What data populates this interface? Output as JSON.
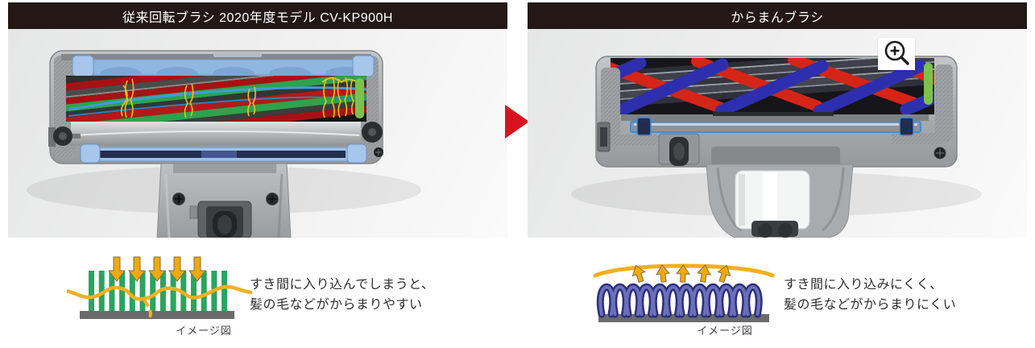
{
  "left_panel": {
    "header": "従来回転ブラシ 2020年度モデル CV-KP900H",
    "caption": {
      "line1": "すき間に入り込んでしまうと、",
      "line2": "髪の毛などがからまりやすい"
    },
    "diagram_label": "イメージ図"
  },
  "right_panel": {
    "header": "からまんブラシ",
    "caption": {
      "line1": "すき間に入り込みにくく、",
      "line2": "髪の毛などがからまりにくい"
    },
    "diagram_label": "イメージ図"
  },
  "icons": {
    "zoom_icon": "magnifier-plus-icon",
    "divider_arrow": "right-triangle-arrow"
  },
  "colors": {
    "header_bg": "#231815",
    "header_text": "#ffffff",
    "arrow_red": "#d8131f",
    "bristle_green": "#2aa45f",
    "loop_blue": "#3b3f9f",
    "hair_yellow": "#f2b01e",
    "diagram_base_gray": "#6b6b6b"
  }
}
